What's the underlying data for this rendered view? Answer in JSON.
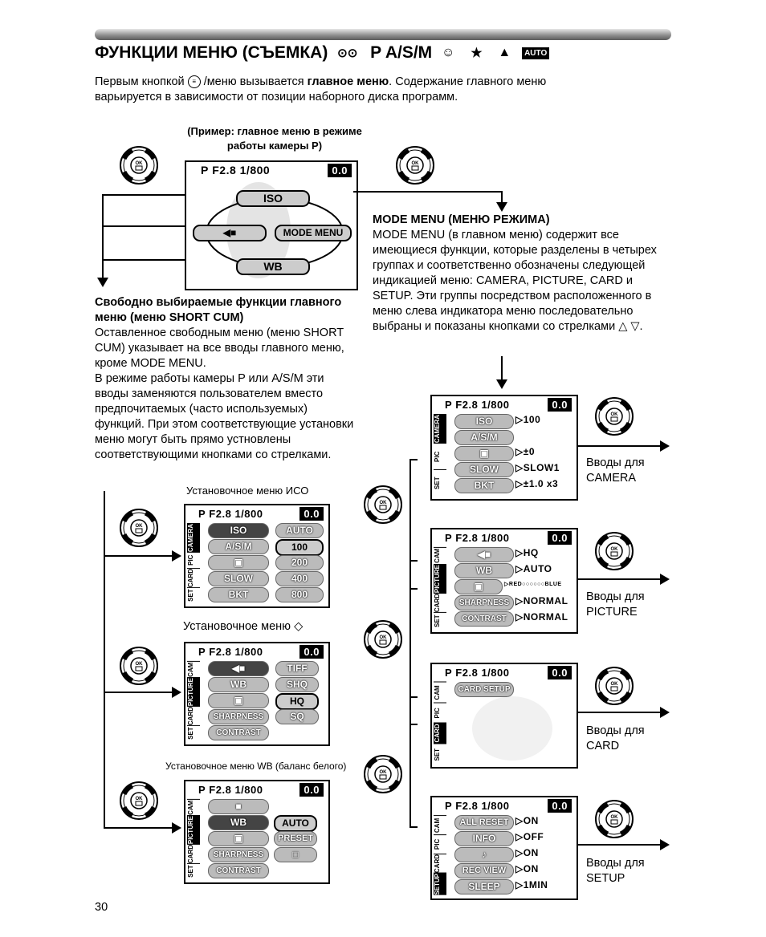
{
  "header": {
    "title": "ФУНКЦИИ МЕНЮ (СЪЕМКА)",
    "modes": "P  A/S/M",
    "auto_label": "AUTO"
  },
  "intro": {
    "line1_a": "Первым кнопкой",
    "line1_b": "/меню вызывается",
    "bold": "главное меню",
    "line1_c": ". Содержание главного меню",
    "line2": "варьируется в зависимости от позиции наборного диска программ."
  },
  "example_caption": "(Пример: главное меню в режиме работы камеры P)",
  "screen_header": {
    "mode": "P",
    "aperture": "F2.8",
    "shutter": "1/800",
    "ev": "0.0"
  },
  "main_menu": {
    "top": "ISO",
    "right": "MODE MENU",
    "bottom": "WB"
  },
  "mode_menu": {
    "heading": "MODE MENU (МЕНЮ РЕЖИМА)",
    "body": "MODE MENU (в главном меню) содержит все имеющиеся функции, которые разделены в четырех группах и соответственно обозначены следующей индикацией меню: CAMERA, PICTURE, CARD и SETUP. Эти группы посредством расположенного в меню слева индикатора меню последовательно выбраны и показаны кнопками со стрелками △ ▽."
  },
  "short_cut": {
    "heading": "Свободно выбираемые функции главного меню (меню SHORT CUM)",
    "body1": "Оставленное свободным меню (меню SHORT CUM) указывает на все вводы главного меню, кроме MODE MENU.",
    "body2": "В режиме работы камеры P или A/S/M эти вводы заменяются пользователем вместо предпочитаемых (часто используемых) функций. При этом соответствующие установки меню могут быть прямо устновлены соответствующими кнопками со стрелками."
  },
  "setting_labels": {
    "iso": "Установочное меню ИСО",
    "quality": "Установочное меню",
    "wb": "Установочное меню WB (баланс белого)"
  },
  "iso_screen": {
    "items": [
      "ISO",
      "A/S/M",
      "",
      "SLOW",
      "BKT"
    ],
    "values": [
      "AUTO",
      "100",
      "200",
      "400",
      "800"
    ]
  },
  "quality_screen": {
    "items": [
      "",
      "WB",
      "",
      "SHARPNESS",
      "CONTRAST"
    ],
    "values": [
      "TIFF",
      "SHQ",
      "HQ",
      "SQ"
    ]
  },
  "wb_screen": {
    "items": [
      "",
      "WB",
      "",
      "SHARPNESS",
      "CONTRAST"
    ],
    "values": [
      "AUTO",
      "PRESET",
      ""
    ]
  },
  "side_tabs": {
    "cam": "CAM",
    "camera": "CAMERA",
    "pic": "PIC",
    "picture": "PICTURE",
    "card": "CARD",
    "set": "SET",
    "setup": "SETUP"
  },
  "camera_screen": {
    "items": [
      "ISO",
      "A/S/M",
      "",
      "SLOW",
      "BKT"
    ],
    "values": [
      "100",
      "",
      "±0",
      "SLOW1",
      "±1.0 x3"
    ],
    "label": "Вводы для CAMERA"
  },
  "picture_screen": {
    "items": [
      "",
      "WB",
      "",
      "SHARPNESS",
      "CONTRAST"
    ],
    "values": [
      "HQ",
      "AUTO",
      "RED○○○○○○BLUE",
      "NORMAL",
      "NORMAL"
    ],
    "label": "Вводы для PICTURE"
  },
  "card_screen": {
    "items": [
      "CARD SETUP"
    ],
    "label": "Вводы для CARD"
  },
  "setup_screen": {
    "items": [
      "ALL RESET",
      "INFO",
      "",
      "REC VIEW",
      "SLEEP"
    ],
    "values": [
      "ON",
      "OFF",
      "ON",
      "ON",
      "1MIN"
    ],
    "label": "Вводы для SETUP"
  },
  "dpad_label": "OK",
  "page_number": "30"
}
